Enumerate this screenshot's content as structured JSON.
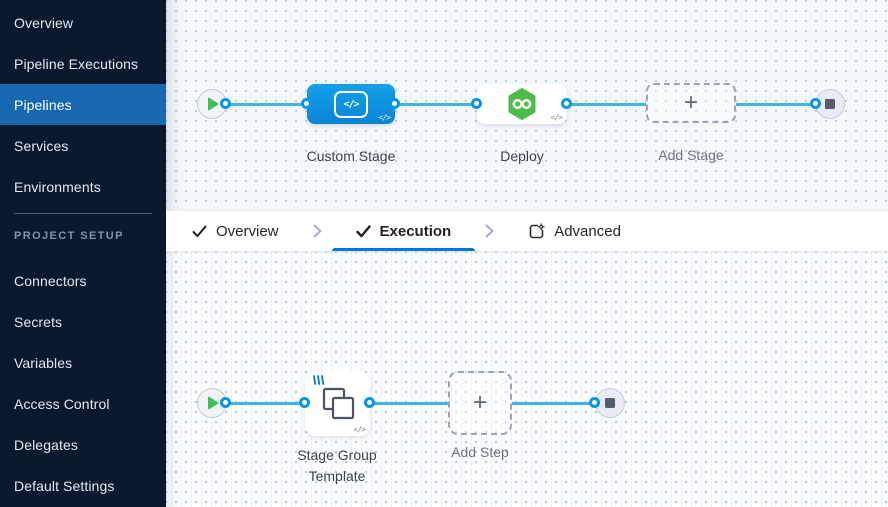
{
  "sidebar": {
    "items": [
      {
        "label": "Overview",
        "active": false
      },
      {
        "label": "Pipeline Executions",
        "active": false
      },
      {
        "label": "Pipelines",
        "active": true
      },
      {
        "label": "Services",
        "active": false
      },
      {
        "label": "Environments",
        "active": false
      }
    ],
    "section_label": "PROJECT SETUP",
    "setup_items": [
      {
        "label": "Connectors"
      },
      {
        "label": "Secrets"
      },
      {
        "label": "Variables"
      },
      {
        "label": "Access Control"
      },
      {
        "label": "Delegates"
      },
      {
        "label": "Default Settings"
      }
    ]
  },
  "tabs": {
    "overview": {
      "label": "Overview",
      "completed": true,
      "active": false
    },
    "execution": {
      "label": "Execution",
      "completed": true,
      "active": true
    },
    "advanced": {
      "label": "Advanced",
      "completed": false,
      "active": false
    }
  },
  "stage_canvas": {
    "custom_stage": {
      "label": "Custom Stage",
      "icon_glyph": "</>",
      "badge": "</>"
    },
    "deploy": {
      "label": "Deploy",
      "icon_glyph": "∞",
      "badge": "</>"
    },
    "add_stage": {
      "label": "Add Stage",
      "plus": "+"
    }
  },
  "execution_canvas": {
    "stage_group_template": {
      "label_line1": "Stage Group",
      "label_line2": "Template",
      "badge": "</>"
    },
    "add_step": {
      "label": "Add Step",
      "plus": "+"
    }
  },
  "colors": {
    "sidebar_bg": "#0a1a2c",
    "active_item_bg": "#1767b1",
    "edge_blue": "#41b4e7",
    "port_blue": "#0995e2",
    "stage_blue": "#0b8de2",
    "deploy_green": "#4fbb4a",
    "tab_underline": "#0278d5",
    "play_green": "#3ec154"
  }
}
